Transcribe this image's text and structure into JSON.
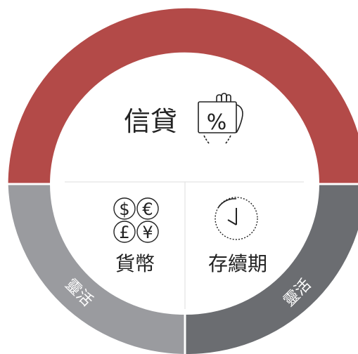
{
  "diagram": {
    "top_section": {
      "label": "信貸",
      "icon": "hand-holding-percent-card-icon",
      "icon_symbol": "%",
      "color": "#b34a48"
    },
    "bottom_left_section": {
      "label": "貨幣",
      "icon": "currency-symbols-icon",
      "currency_symbols": [
        "$",
        "€",
        "£",
        "¥"
      ],
      "ring_label": "靈活",
      "color": "#9a9b9f"
    },
    "bottom_right_section": {
      "label": "存續期",
      "icon": "clock-icon",
      "ring_label": "靈活",
      "color": "#6b6d71"
    },
    "divider_color": "#dddddd"
  }
}
